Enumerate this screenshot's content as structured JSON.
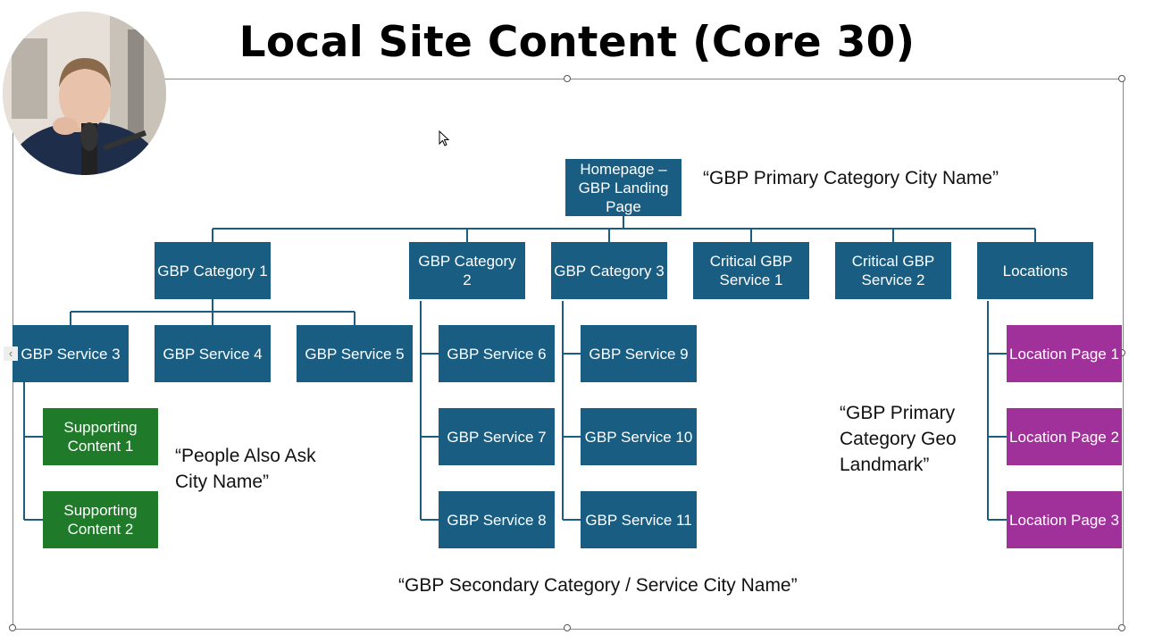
{
  "title": "Local Site Content (Core 30)",
  "colors": {
    "service": "#195e82",
    "supporting": "#1f7a2a",
    "location": "#a0309a"
  },
  "nodes": {
    "homepage": "Homepage –\nGBP Landing\nPage",
    "cat1": "GBP Category 1",
    "cat2": "GBP Category\n2",
    "cat3": "GBP Category 3",
    "critical1": "Critical GBP\nService 1",
    "critical2": "Critical GBP\nService 2",
    "locations": "Locations",
    "svc3": "GBP Service 3",
    "svc4": "GBP Service 4",
    "svc5": "GBP Service 5",
    "svc6": "GBP Service 6",
    "svc7": "GBP Service 7",
    "svc8": "GBP Service 8",
    "svc9": "GBP Service 9",
    "svc10": "GBP Service 10",
    "svc11": "GBP Service 11",
    "support1": "Supporting\nContent 1",
    "support2": "Supporting\nContent 2",
    "loc1": "Location Page 1",
    "loc2": "Location Page 2",
    "loc3": "Location Page 3"
  },
  "notes": {
    "primary": "“GBP Primary Category City Name”",
    "people_also_ask": "“People Also Ask\nCity Name”",
    "geo_landmark": "“GBP Primary\nCategory Geo\nLandmark”",
    "secondary": "“GBP Secondary Category / Service City Name”"
  }
}
